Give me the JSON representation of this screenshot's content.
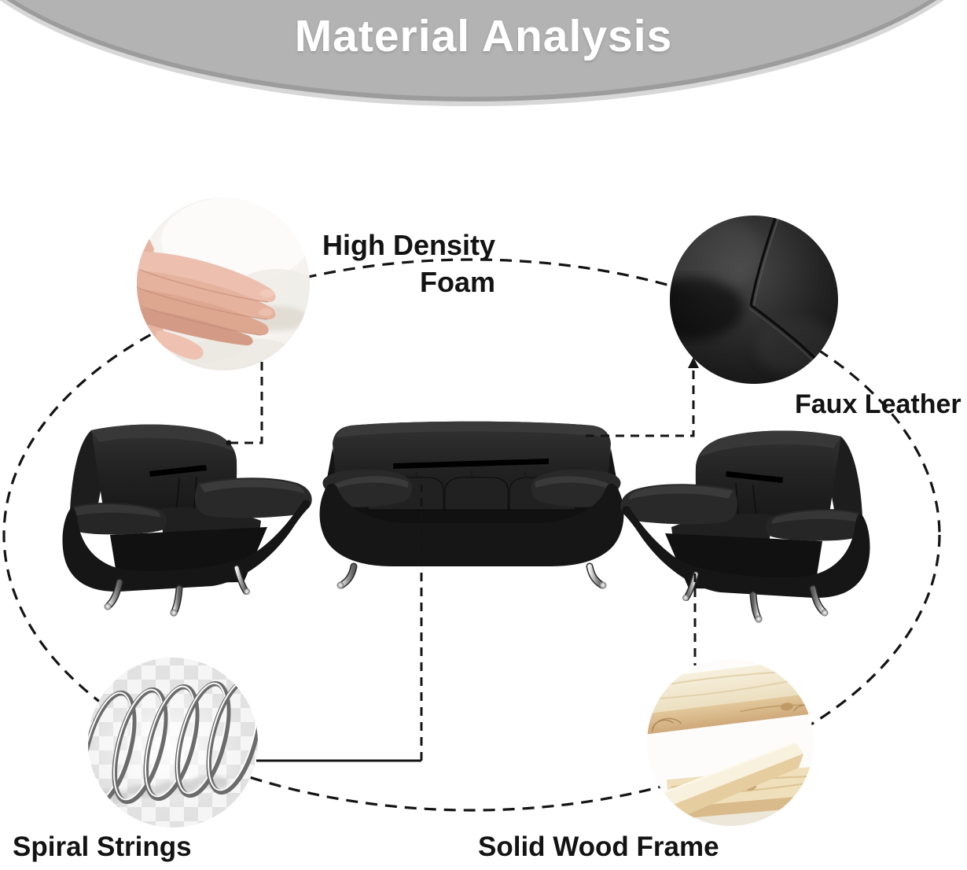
{
  "title": {
    "text": "Material Analysis"
  },
  "callouts": {
    "foam": {
      "line1": "High Density",
      "line2": "Foam"
    },
    "leather": {
      "label": "Faux Leather"
    },
    "springs": {
      "label": "Spiral Strings"
    },
    "wood": {
      "label": "Solid Wood Frame"
    }
  },
  "colors": {
    "banner_gray": "#b3b3b3",
    "banner_rim_gray": "#9c9c9c",
    "title_white": "#ffffff",
    "label_black": "#131313",
    "line_black": "#141414",
    "sofa_black": "#1c1c1c",
    "chrome_silver": "#d9d9d9",
    "foam_white": "#f7f5f2",
    "skin_tone": "#e5b29e",
    "spring_silver": "#6b6b6b",
    "wood_tan": "#e2c89c"
  }
}
